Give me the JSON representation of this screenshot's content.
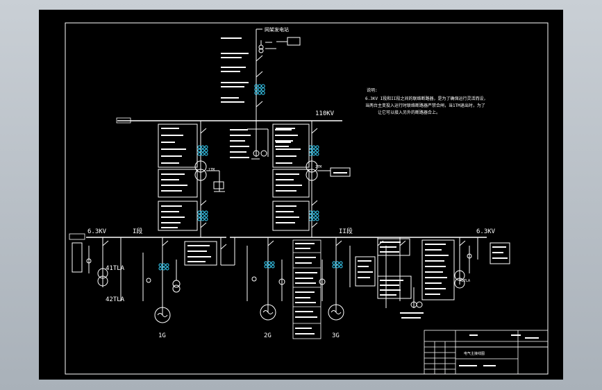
{
  "labels": {
    "grid_top": "网架发电站",
    "bus_110": "110KV",
    "bus_left_kv": "6.3KV",
    "bus_right_kv": "6.3KV",
    "section_1": "I段",
    "section_2": "II段",
    "tr_1": "1TM",
    "tr_2": "2TM",
    "tr_41": "41TLA",
    "tr_42a": "42TLA",
    "tr_42b": "42TLA",
    "gen_1": "1G",
    "gen_2": "2G",
    "gen_3": "3G"
  },
  "notes": {
    "title": "说明:",
    "line1": "6.3KV I段和II段之间的联络断路器，是为了确保运行灵活而设，",
    "line2": "当两台主变投入运行时联络断路器严禁合闸，当1TM退出时，为了",
    "line3": "让它可以接入另外的断路器合上。"
  },
  "titleblock": {
    "name": "电气主接线图"
  },
  "colors": {
    "line": "#ffffff",
    "accent": "#3ad6ff",
    "sheet": "#000000"
  }
}
